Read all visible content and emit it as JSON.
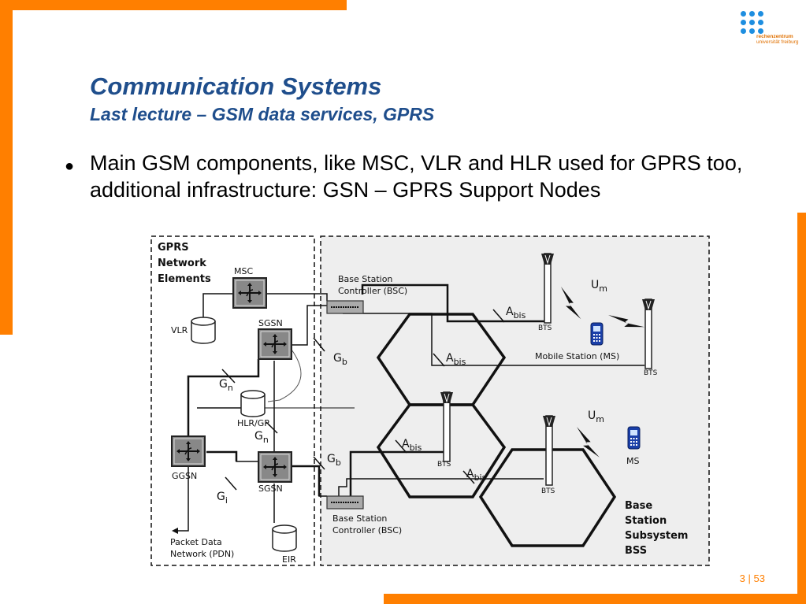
{
  "header": {
    "title": "Communication Systems",
    "subtitle": "Last lecture – GSM data services, GPRS",
    "logo_text_line1": "rechenzentrum",
    "logo_text_line2": "universität freiburg"
  },
  "colors": {
    "accent": "#ff7f00",
    "title": "#1f4e8c",
    "logo": "#1e8ee0",
    "bss_fill": "#eeeeee"
  },
  "bullet": {
    "text": "Main GSM components, like MSC, VLR and HLR used for GPRS too, additional infrastructure: GSN – GPRS Support Nodes"
  },
  "diagram": {
    "gprs_title_line1": "GPRS",
    "gprs_title_line2": "Network",
    "gprs_title_line3": "Elements",
    "msc": "MSC",
    "vlr": "VLR",
    "sgsn_top": "SGSN",
    "sgsn_bottom": "SGSN",
    "hlr": "HLR/GR",
    "ggsn": "GGSN",
    "eir": "EIR",
    "gn": "G",
    "gn_sub": "n",
    "gb": "G",
    "gb_sub": "b",
    "gi": "G",
    "gi_sub": "i",
    "abis": "A",
    "abis_sub": "bis",
    "um": "U",
    "um_sub": "m",
    "pdn_line1": "Packet Data",
    "pdn_line2": "Network (PDN)",
    "bsc_top_line1": "Base Station",
    "bsc_top_line2": "Controller (BSC)",
    "bsc_bottom_line1": "Base Station",
    "bsc_bottom_line2": "Controller (BSC)",
    "bts": "BTS",
    "mobile_station": "Mobile Station (MS)",
    "ms": "MS",
    "bss_line1": "Base",
    "bss_line2": "Station",
    "bss_line3": "Subsystem",
    "bss_line4": "BSS"
  },
  "footer": {
    "page": "3",
    "separator": "|",
    "total": "53"
  }
}
